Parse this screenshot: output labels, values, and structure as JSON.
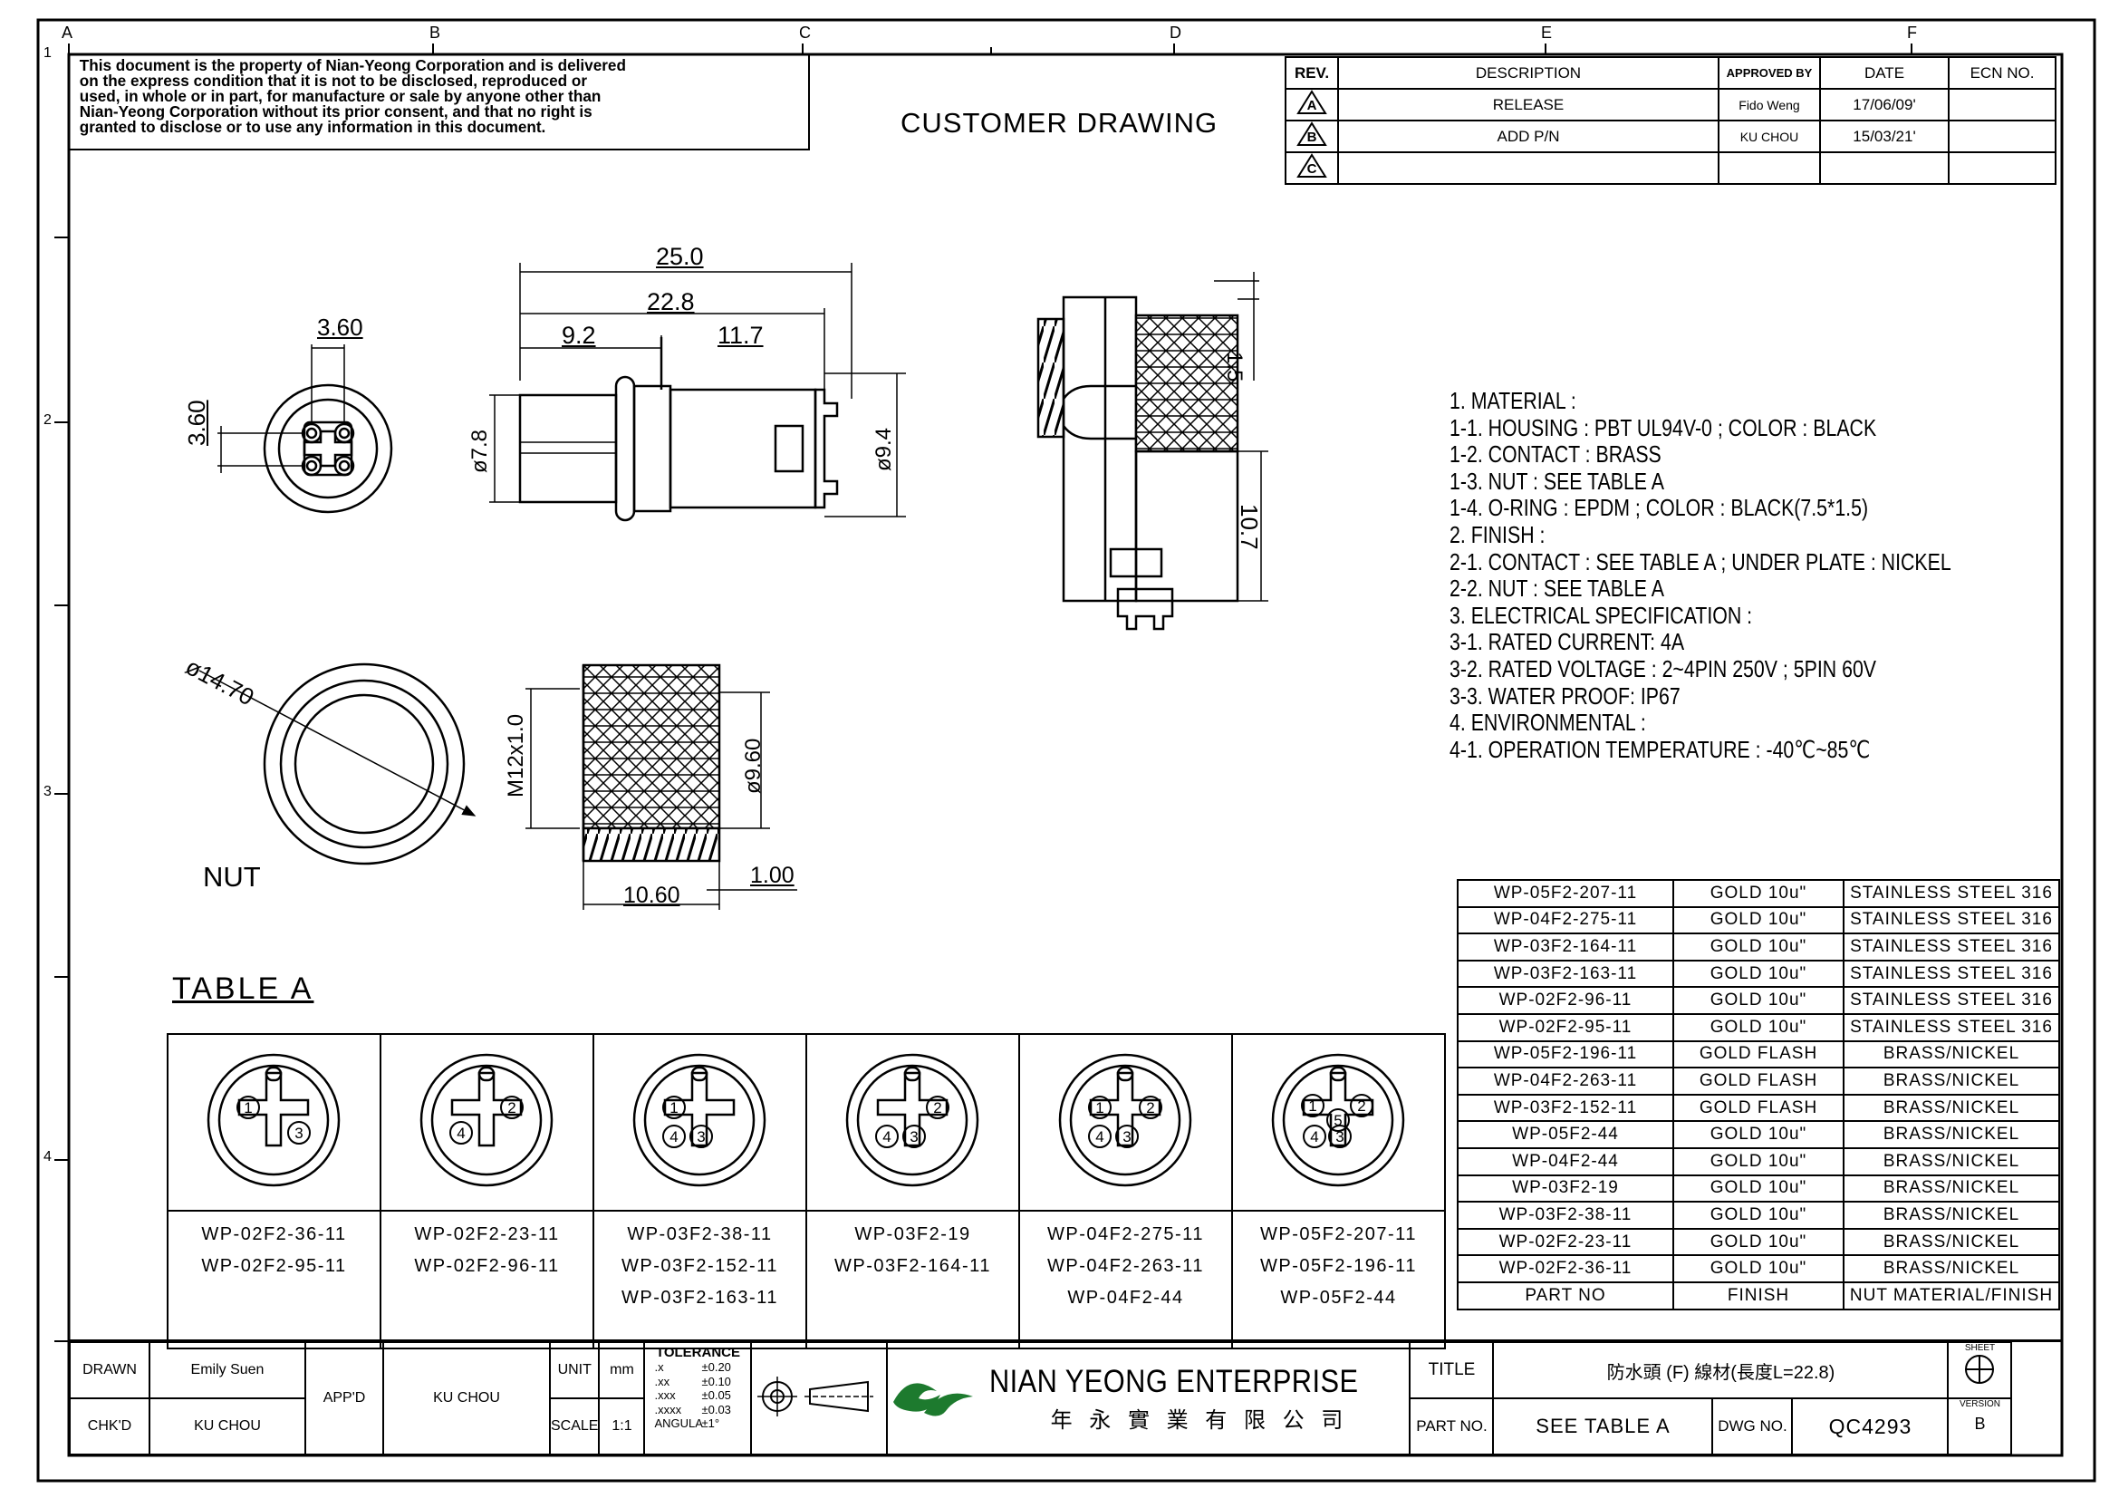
{
  "grid": {
    "columns": [
      "A",
      "B",
      "C",
      "D",
      "E",
      "F"
    ],
    "rows": [
      "1",
      "2",
      "3",
      "4"
    ]
  },
  "disclaimer": [
    "This document is the property of Nian-Yeong Corporation and is delivered",
    "on  the  express condition that it is not to be disclosed, reproduced or",
    "used, in whole or in part, for manufacture or sale by anyone other than",
    "Nian-Yeong Corporation without  its prior consent, and that  no right  is",
    "granted to disclose or to use any information in this  document."
  ],
  "drawing_title": "CUSTOMER  DRAWING",
  "revisions": {
    "headers": [
      "REV.",
      "DESCRIPTION",
      "APPROVED BY",
      "DATE",
      "ECN NO."
    ],
    "rows": [
      {
        "rev": "A",
        "description": "RELEASE",
        "approved_by": "Fido Weng",
        "date": "17/06/09'",
        "ecn": ""
      },
      {
        "rev": "B",
        "description": "ADD P/N",
        "approved_by": "KU CHOU",
        "date": "15/03/21'",
        "ecn": ""
      },
      {
        "rev": "C",
        "description": "",
        "approved_by": "",
        "date": "",
        "ecn": ""
      }
    ]
  },
  "dimensions": {
    "front_pitch_h": "3.60",
    "front_pitch_v": "3.60",
    "overall_length": "25.0",
    "body_length": "22.8",
    "front_length": "9.2",
    "rear_length": "11.7",
    "dia_7_8": "ø7.8",
    "dia_9_4": "ø9.4",
    "side_1_5": "1.5",
    "side_10_7": "10.7",
    "nut_dia": "ø14.70",
    "nut_thread": "M12x1.0",
    "nut_inner_dia": "ø9.60",
    "nut_length": "10.60",
    "nut_wall": "1.00",
    "nut_label": "NUT"
  },
  "notes": [
    "1.   MATERIAL :",
    " 1-1. HOUSING : PBT UL94V-0 ; COLOR : BLACK",
    " 1-2. CONTACT : BRASS",
    " 1-3. NUT : SEE TABLE A",
    " 1-4. O-RING : EPDM ; COLOR : BLACK(7.5*1.5)",
    "2.   FINISH :",
    "  2-1. CONTACT : SEE TABLE A ; UNDER PLATE : NICKEL",
    "  2-2. NUT : SEE TABLE A",
    "3.   ELECTRICAL SPECIFICATION :",
    "  3-1. RATED CURRENT: 4A",
    "  3-2. RATED VOLTAGE : 2~4PIN 250V ; 5PIN 60V",
    "  3-3. WATER PROOF: IP67",
    "4.   ENVIRONMENTAL :",
    "  4-1. OPERATION TEMPERATURE : -40℃~85℃"
  ],
  "part_table": {
    "rows": [
      [
        "WP-05F2-207-11",
        "GOLD  10u\"",
        "STAINLESS  STEEL  316"
      ],
      [
        "WP-04F2-275-11",
        "GOLD  10u\"",
        "STAINLESS  STEEL  316"
      ],
      [
        "WP-03F2-164-11",
        "GOLD  10u\"",
        "STAINLESS  STEEL  316"
      ],
      [
        "WP-03F2-163-11",
        "GOLD  10u\"",
        "STAINLESS  STEEL  316"
      ],
      [
        "WP-02F2-96-11",
        "GOLD  10u\"",
        "STAINLESS  STEEL  316"
      ],
      [
        "WP-02F2-95-11",
        "GOLD  10u\"",
        "STAINLESS  STEEL  316"
      ],
      [
        "WP-05F2-196-11",
        "GOLD  FLASH",
        "BRASS/NICKEL"
      ],
      [
        "WP-04F2-263-11",
        "GOLD  FLASH",
        "BRASS/NICKEL"
      ],
      [
        "WP-03F2-152-11",
        "GOLD  FLASH",
        "BRASS/NICKEL"
      ],
      [
        "WP-05F2-44",
        "GOLD  10u\"",
        "BRASS/NICKEL"
      ],
      [
        "WP-04F2-44",
        "GOLD  10u\"",
        "BRASS/NICKEL"
      ],
      [
        "WP-03F2-19",
        "GOLD  10u\"",
        "BRASS/NICKEL"
      ],
      [
        "WP-03F2-38-11",
        "GOLD  10u\"",
        "BRASS/NICKEL"
      ],
      [
        "WP-02F2-23-11",
        "GOLD  10u\"",
        "BRASS/NICKEL"
      ],
      [
        "WP-02F2-36-11",
        "GOLD  10u\"",
        "BRASS/NICKEL"
      ]
    ],
    "header": [
      "PART  NO",
      "FINISH",
      "NUT  MATERIAL/FINISH"
    ]
  },
  "table_a": {
    "title": "TABLE  A",
    "columns": [
      {
        "pins": [
          "1",
          "3"
        ],
        "parts": [
          "WP-02F2-36-11",
          "WP-02F2-95-11"
        ]
      },
      {
        "pins": [
          "2",
          "4"
        ],
        "parts": [
          "WP-02F2-23-11",
          "WP-02F2-96-11"
        ]
      },
      {
        "pins": [
          "1",
          "4",
          "3"
        ],
        "parts": [
          "WP-03F2-38-11",
          "WP-03F2-152-11",
          "WP-03F2-163-11"
        ]
      },
      {
        "pins": [
          "2",
          "4",
          "3"
        ],
        "parts": [
          "WP-03F2-19",
          "WP-03F2-164-11"
        ]
      },
      {
        "pins": [
          "1",
          "2",
          "4",
          "3"
        ],
        "parts": [
          "WP-04F2-275-11",
          "WP-04F2-263-11",
          "WP-04F2-44"
        ]
      },
      {
        "pins": [
          "1",
          "2",
          "5",
          "4",
          "3"
        ],
        "parts": [
          "WP-05F2-207-11",
          "WP-05F2-196-11",
          "WP-05F2-44"
        ]
      }
    ]
  },
  "title_block": {
    "drawn_label": "DRAWN",
    "drawn_by": "Emily Suen",
    "chkd_label": "CHK'D",
    "chkd_by": "KU CHOU",
    "appd_label": "APP'D",
    "appd_by": "KU CHOU",
    "unit_label": "UNIT",
    "unit": "mm",
    "scale_label": "SCALE",
    "scale": "1:1",
    "tolerance_title": "TOLERANCE",
    "tolerances": [
      [
        ".x",
        "±0.20"
      ],
      [
        ".xx",
        "±0.10"
      ],
      [
        ".xxx",
        "±0.05"
      ],
      [
        ".xxxx",
        "±0.03"
      ],
      [
        "ANGULA",
        "±1°"
      ]
    ],
    "company": "NIAN YEONG ENTERPRISE",
    "company_cn": "年 永 實 業 有 限 公 司",
    "title_label": "TITLE",
    "title": "防水頭  (F)  線材(長度L=22.8)",
    "partno_label": "PART NO.",
    "partno": "SEE  TABLE  A",
    "dwgno_label": "DWG NO.",
    "dwgno": "QC4293",
    "sheet_label": "SHEET",
    "version_label": "VERSION",
    "version": "B"
  },
  "colors": {
    "ink": "#000000",
    "paper": "#ffffff",
    "logo_green": "#1d7a2e"
  }
}
